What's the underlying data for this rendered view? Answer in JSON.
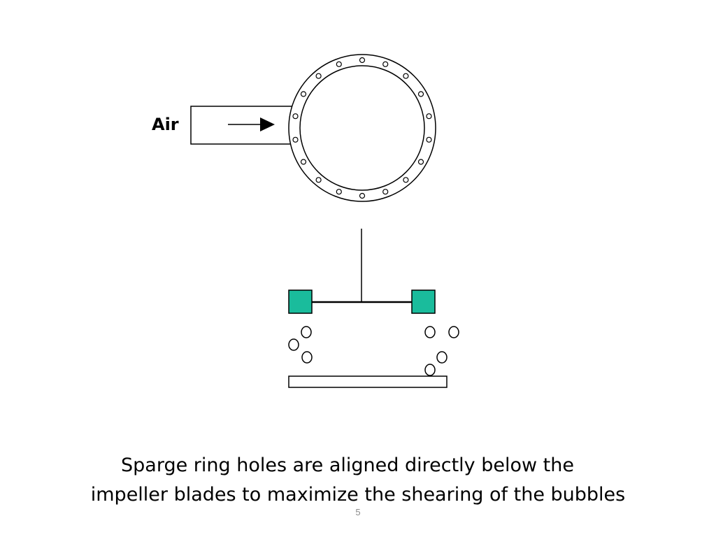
{
  "diagram": {
    "inlet_label": "Air",
    "icons": {
      "inlet_arrow": "arrow-right-icon",
      "sparge_ring": "sparge-ring-icon",
      "impeller": "impeller-icon",
      "bubbles": "bubble-icon"
    },
    "colors": {
      "impeller_blade": "#1abc9c",
      "stroke": "#000000"
    }
  },
  "caption": {
    "line_1": "Sparge ring holes are aligned directly below the",
    "line_2": "impeller blades to maximize the shearing of the bubbles"
  },
  "slide_number": "5"
}
